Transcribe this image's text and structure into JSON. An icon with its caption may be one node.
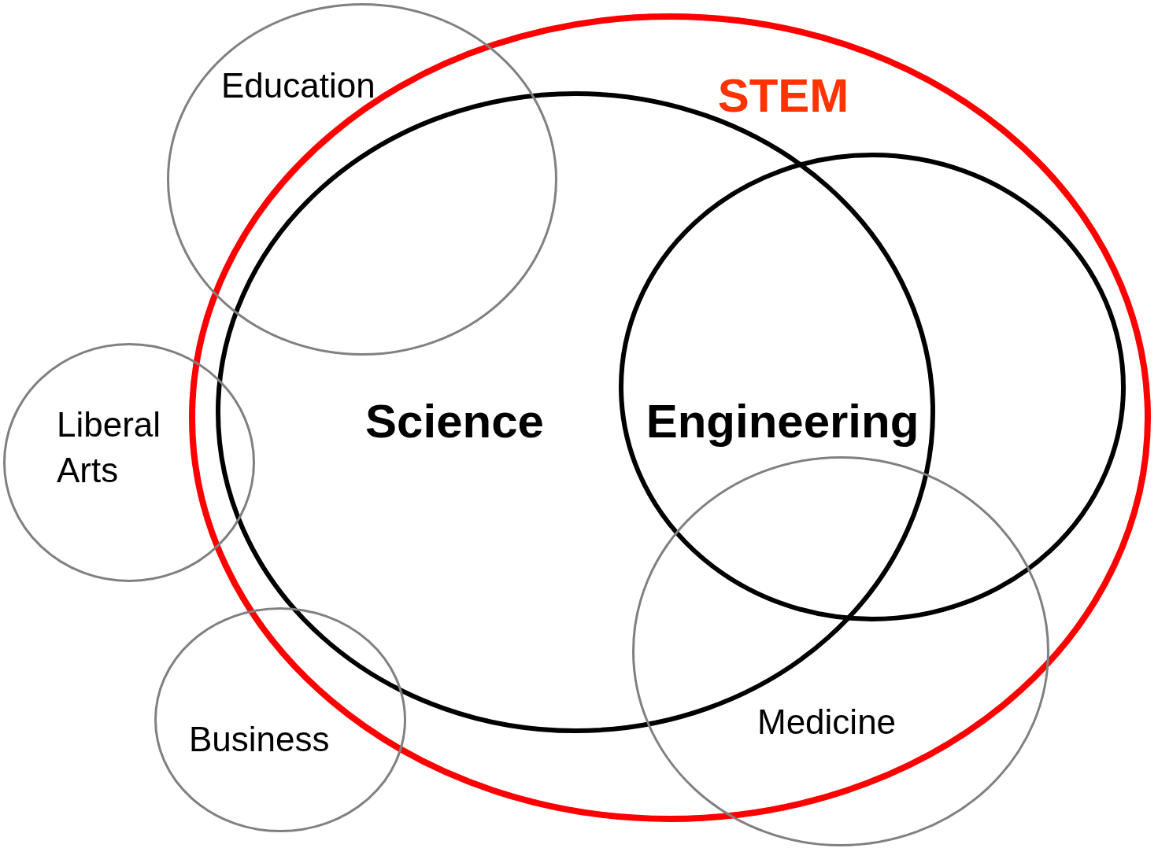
{
  "diagram": {
    "nodes": [
      {
        "text": [
          "STEM"
        ]
      },
      {
        "text": [
          "Education"
        ]
      },
      {
        "text": [
          "Science"
        ],
        "in": 0
      },
      {
        "text": [
          "Engineering"
        ],
        "in": 0
      },
      {
        "text": [
          "Liberal Arts"
        ]
      },
      {
        "text": [
          "Business"
        ]
      },
      {
        "text": [
          "Medicine"
        ]
      }
    ]
  }
}
